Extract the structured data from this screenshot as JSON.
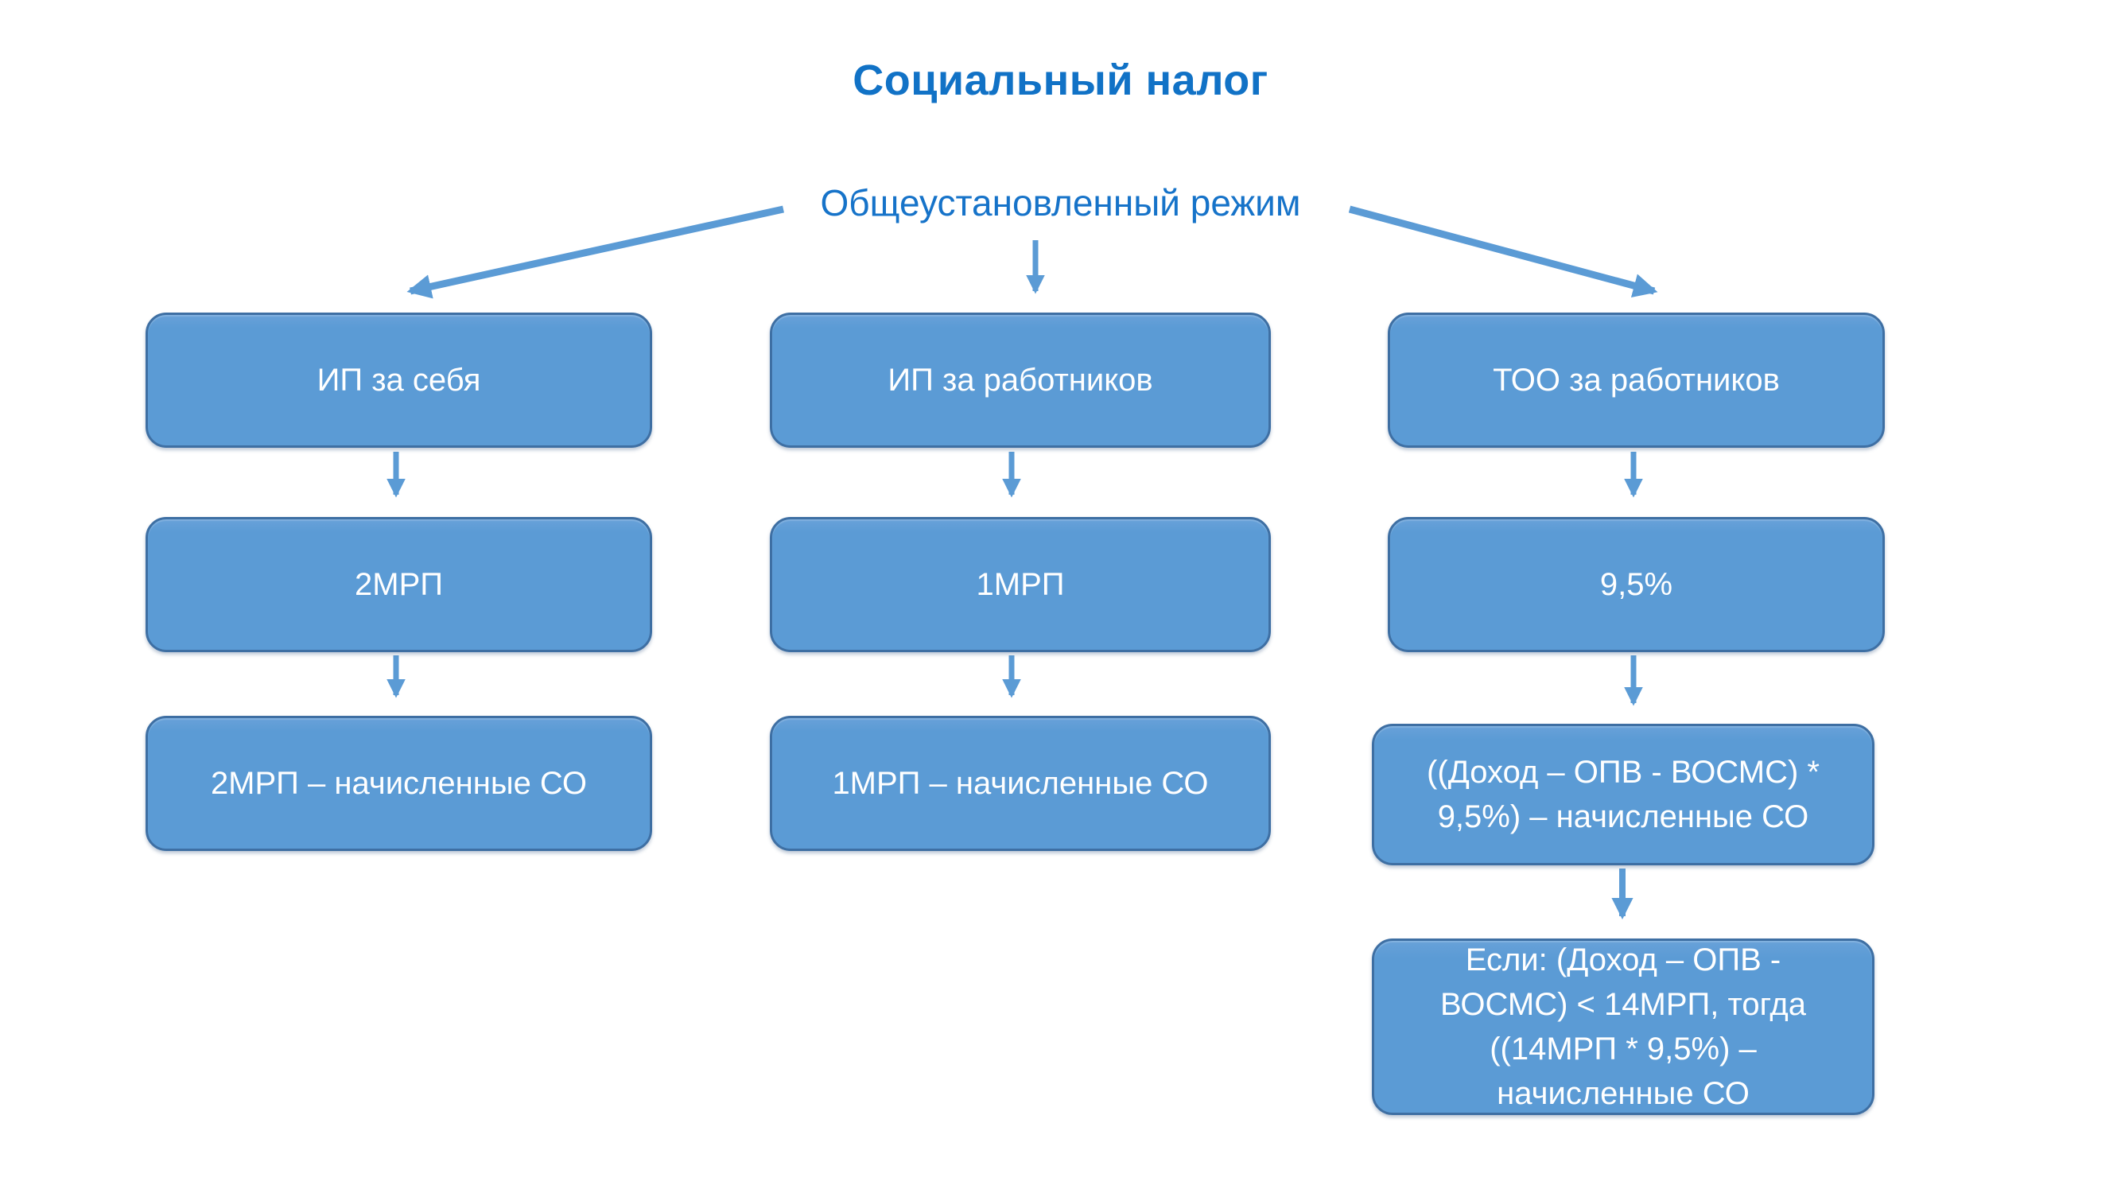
{
  "page": {
    "title": "Социальный налог",
    "root_label": "Общеустановленный режим"
  },
  "colors": {
    "node_fill": "#5b9bd5",
    "node_border": "#3e6fa3",
    "heading_text": "#1172c6",
    "arrow": "#5b9bd5",
    "node_text": "#ffffff",
    "background": "#ffffff"
  },
  "diagram": {
    "type": "flowchart",
    "root": "Общеустановленный режим",
    "columns": [
      {
        "name": "ИП за себя",
        "nodes": [
          "ИП за себя",
          "2МРП",
          "2МРП – начисленные СО"
        ]
      },
      {
        "name": "ИП за работников",
        "nodes": [
          "ИП за работников",
          "1МРП",
          "1МРП – начисленные СО"
        ]
      },
      {
        "name": "ТОО за работников",
        "nodes": [
          "ТОО за работников",
          "9,5%",
          "((Доход – ОПВ - ВОСМС) *\n9,5%) – начисленные СО",
          "Если: (Доход – ОПВ -\nВОСМС) < 14МРП, тогда\n((14МРП * 9,5%) –\nначисленные СО"
        ]
      }
    ]
  }
}
